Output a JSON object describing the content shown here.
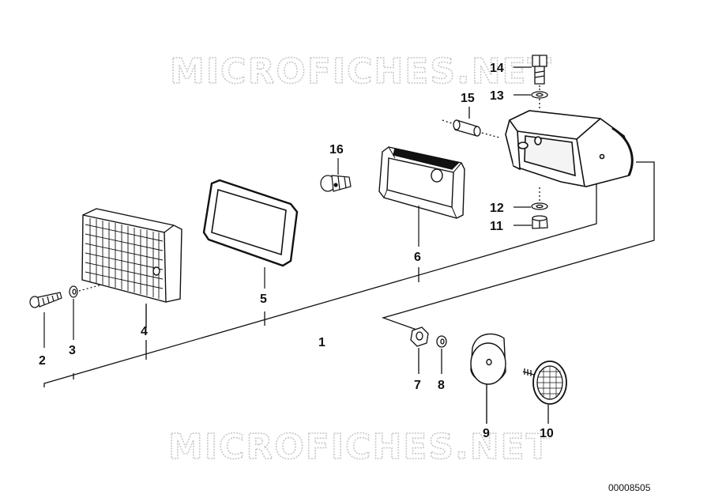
{
  "watermark": "MICROFICHES.NET",
  "document_number": "00008505",
  "callouts": {
    "c1": "1",
    "c2": "2",
    "c3": "3",
    "c4": "4",
    "c5": "5",
    "c6": "6",
    "c7": "7",
    "c8": "8",
    "c9": "9",
    "c10": "10",
    "c11": "11",
    "c12": "12",
    "c13": "13",
    "c14": "14",
    "c15": "15",
    "c16": "16"
  },
  "colors": {
    "line": "#111111",
    "watermark_stroke": "#c8c8c8",
    "background": "#ffffff"
  }
}
